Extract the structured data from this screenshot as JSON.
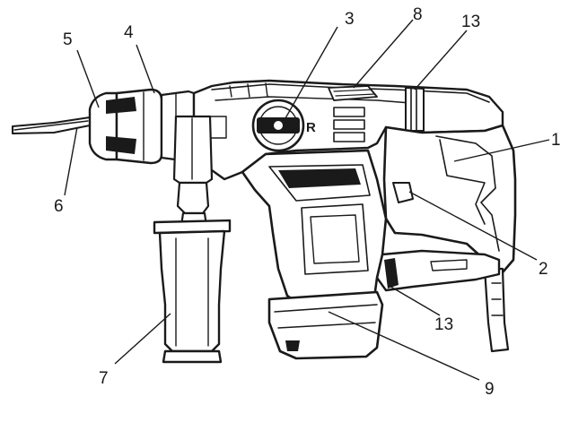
{
  "figure": {
    "subject": "rotary-hammer-drill",
    "callouts": [
      {
        "id": "c1",
        "text": "1"
      },
      {
        "id": "c2",
        "text": "2"
      },
      {
        "id": "c3",
        "text": "3"
      },
      {
        "id": "c4",
        "text": "4"
      },
      {
        "id": "c5",
        "text": "5"
      },
      {
        "id": "c6",
        "text": "6"
      },
      {
        "id": "c7",
        "text": "7"
      },
      {
        "id": "c8",
        "text": "8"
      },
      {
        "id": "c9",
        "text": "9"
      },
      {
        "id": "c13a",
        "text": "13"
      },
      {
        "id": "c13b",
        "text": "13"
      }
    ],
    "switch_label": "R"
  }
}
